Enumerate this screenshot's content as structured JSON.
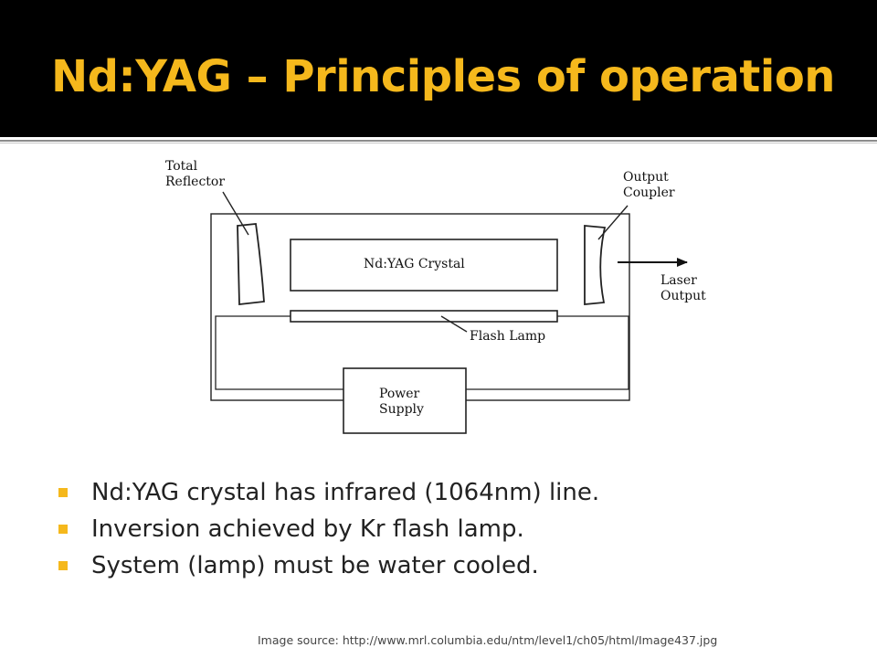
{
  "slide": {
    "title": "Nd:YAG – Principles of operation",
    "title_color": "#f5b81c",
    "header_background": "#000000",
    "bullet_color": "#f5b81c",
    "bullets": [
      "Nd:YAG crystal has infrared (1064nm) line.",
      "Inversion achieved by Kr flash lamp.",
      "System (lamp) must be water cooled."
    ],
    "source": "Image source: http://www.mrl.columbia.edu/ntm/level1/ch05/html/Image437.jpg"
  },
  "diagram": {
    "total_reflector": [
      "Total",
      "Reflector"
    ],
    "output_coupler": [
      "Output",
      "Coupler"
    ],
    "crystal": "Nd:YAG Crystal",
    "flash_lamp": "Flash Lamp",
    "laser_output": [
      "Laser",
      "Output"
    ],
    "power_supply": [
      "Power",
      "Supply"
    ]
  }
}
